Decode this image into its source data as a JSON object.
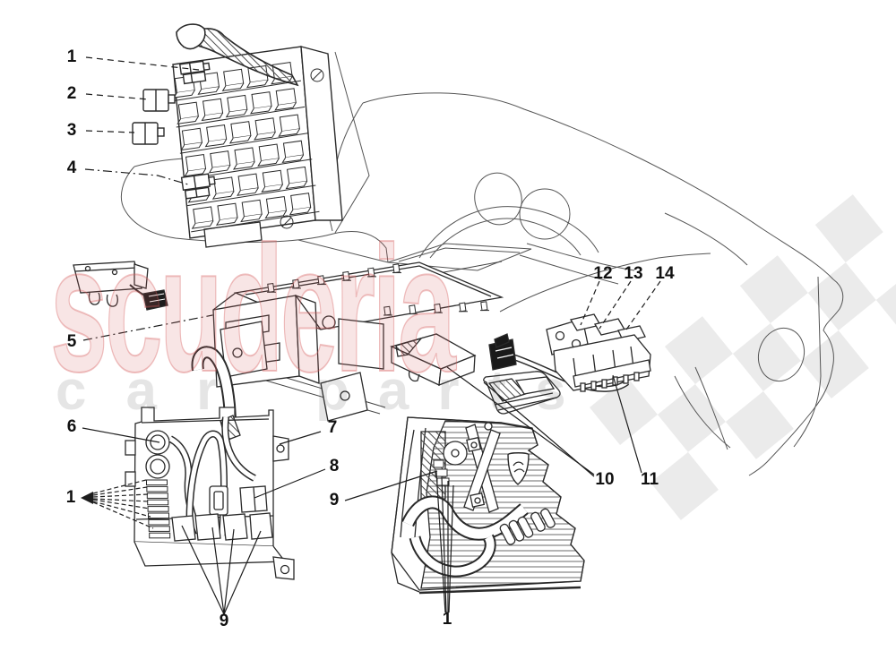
{
  "watermark": {
    "brand": "scuderia",
    "sub_left": "car",
    "sub_right": "parts",
    "brand_color": "#d65c5c",
    "sub_color": "#9a9a9a",
    "checker_color": "#d8d8d8"
  },
  "callouts": {
    "fuse_connector_top": "1",
    "relay_block_a": "2",
    "relay_block_b": "3",
    "fuse_connector_bottom": "4",
    "control_module": "5",
    "round_connectors": "6",
    "fuse_stack": "1",
    "panel_mount": "7",
    "panel_relay": "8",
    "engine_harness": "9",
    "relay_bases": "9",
    "engine_connectors": "1",
    "ecu": "10",
    "relay_bank_bracket": "11",
    "relay_1": "12",
    "relay_2": "13",
    "relay_3": "14"
  }
}
